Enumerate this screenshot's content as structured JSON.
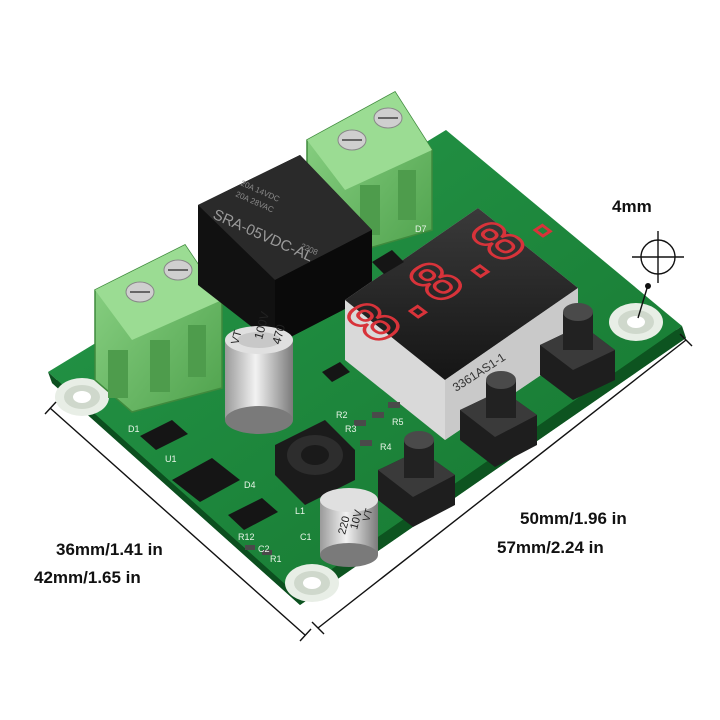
{
  "dimensions": {
    "mounting_hole": "4mm",
    "hole_spacing_width": "50mm/1.96 in",
    "board_width": "57mm/2.24 in",
    "hole_spacing_depth": "36mm/1.41 in",
    "board_depth": "42mm/1.65 in"
  },
  "display": {
    "digits": "8.8.8.",
    "part_number": "3361AS1-1"
  },
  "relay": {
    "model": "SRA-05VDC-AL",
    "rating_1": "20A 14VDC",
    "rating_2": "20A 28VAC",
    "code": "2208"
  },
  "capacitors": [
    {
      "value": "470",
      "voltage": "100V",
      "type": "VT"
    },
    {
      "value": "220",
      "voltage": "10V",
      "type": "VT"
    }
  ],
  "silkscreen": [
    "D1",
    "U1",
    "D4",
    "L1",
    "R1",
    "R2",
    "R3",
    "R4",
    "R5",
    "C1",
    "C2",
    "R12",
    "D7"
  ],
  "colors": {
    "pcb": "#1f8a3c",
    "pcb_dark": "#146b2c",
    "terminal": "#6fbf6a",
    "relay": "#1b1b1b",
    "display_red": "#d8333a",
    "background": "#ffffff"
  }
}
